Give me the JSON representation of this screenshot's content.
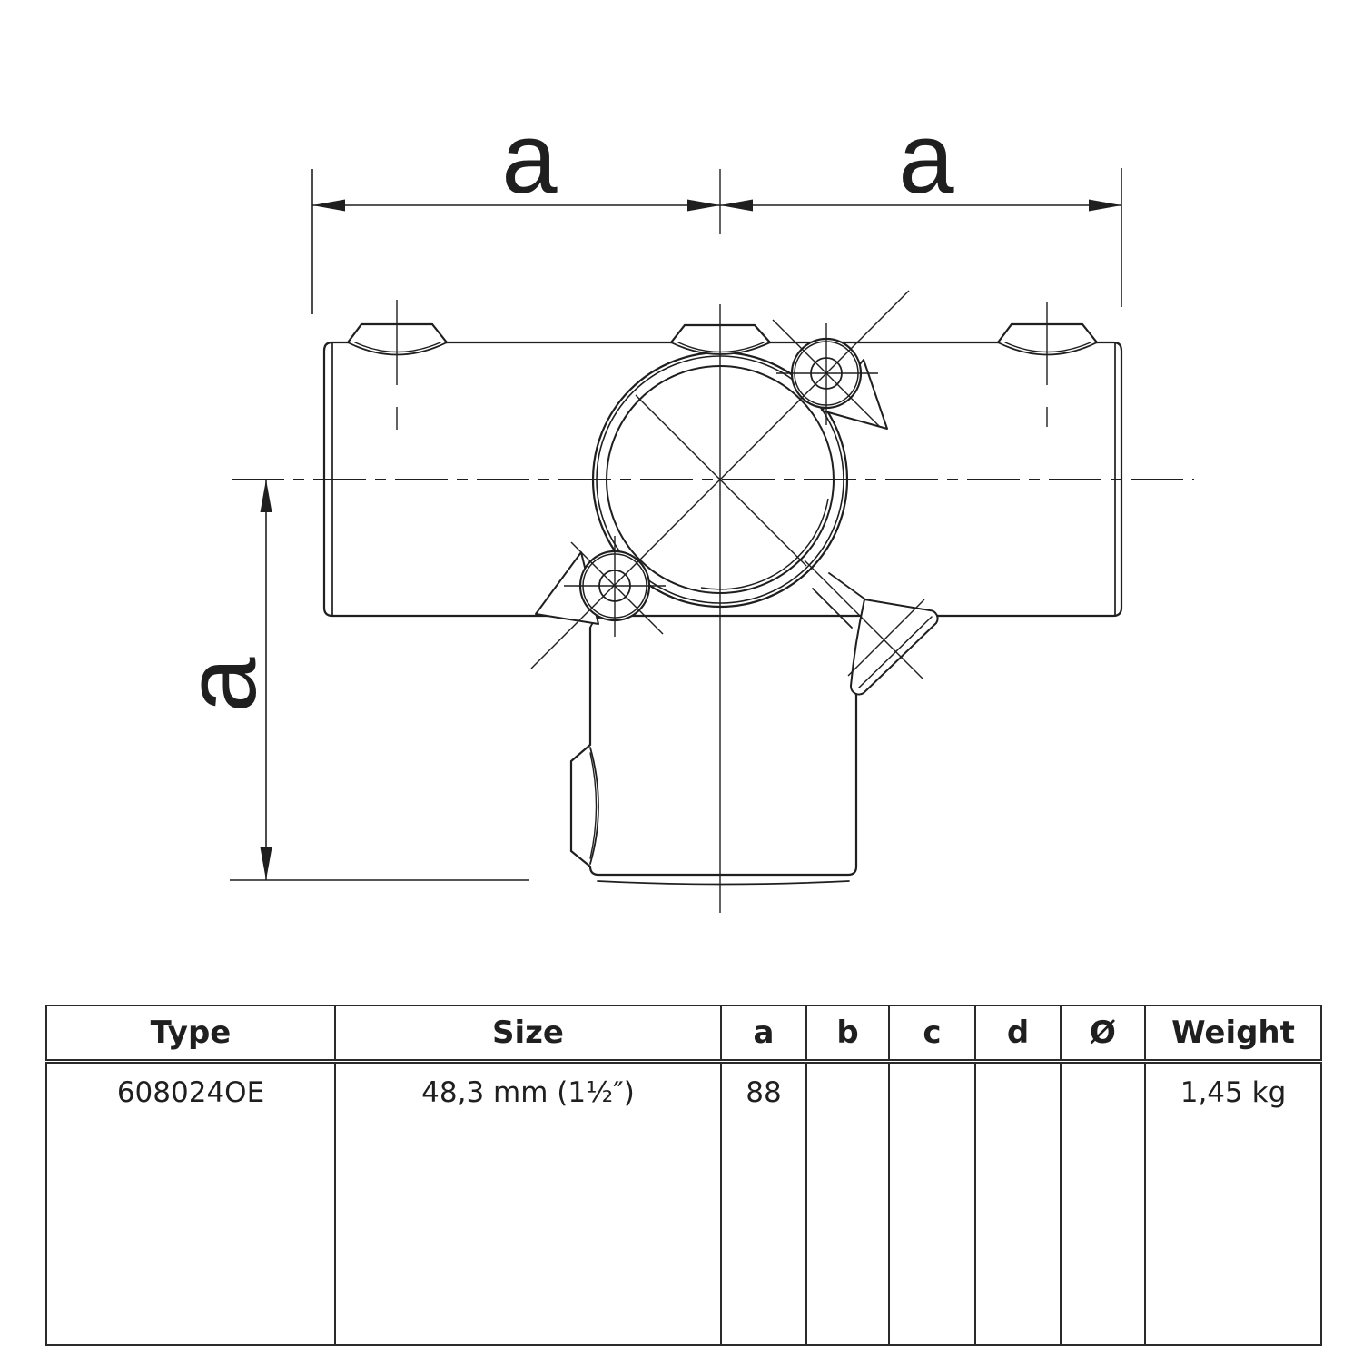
{
  "drawing": {
    "dim_labels": {
      "top_left": "a",
      "top_right": "a",
      "left": "a"
    }
  },
  "table": {
    "headers": [
      "Type",
      "Size",
      "a",
      "b",
      "c",
      "d",
      "Ø",
      "Weight"
    ],
    "rows": [
      {
        "type": "608024OE",
        "size": "48,3 mm (1½″)",
        "a": "88",
        "b": "",
        "c": "",
        "d": "",
        "diameter": "",
        "weight": "1,45 kg"
      }
    ]
  },
  "colors": {
    "line": "#1f1f1f",
    "background": "#ffffff"
  }
}
